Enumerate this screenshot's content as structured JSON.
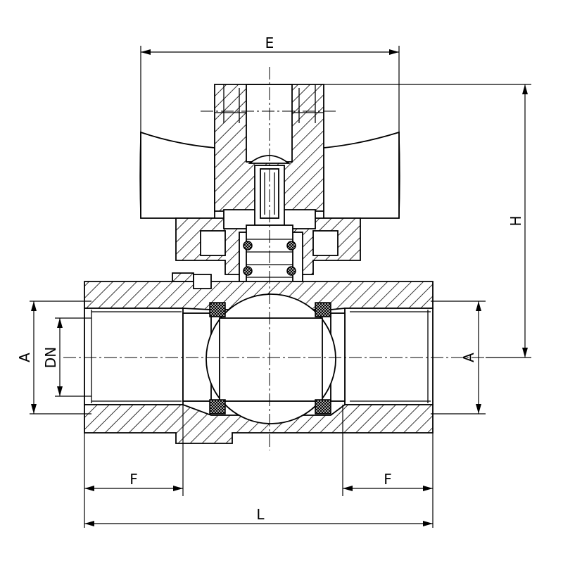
{
  "labels": {
    "E": "E",
    "H": "H",
    "A_left": "A",
    "DN": "DN",
    "A_right": "A",
    "F_left": "F",
    "F_right": "F",
    "L": "L"
  }
}
